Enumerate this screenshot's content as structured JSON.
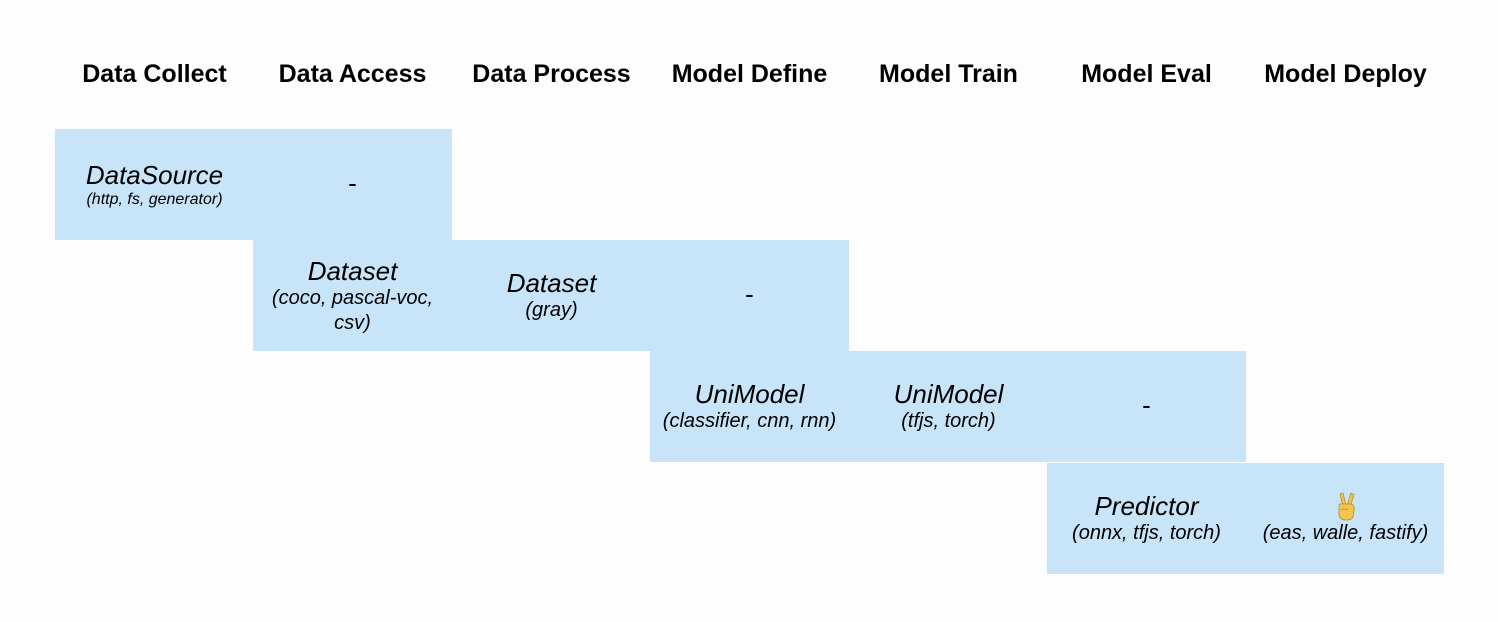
{
  "stages": [
    "Data Collect",
    "Data Access",
    "Data Process",
    "Model Define",
    "Model Train",
    "Model Eval",
    "Model Deploy"
  ],
  "rows": [
    {
      "cells": [
        {
          "name": "DataSource",
          "sub": "(http, fs, generator)"
        },
        {
          "dash": "-"
        }
      ]
    },
    {
      "cells": [
        {
          "name": "Dataset",
          "sub": "(coco, pascal-voc, csv)"
        },
        {
          "name": "Dataset",
          "sub": "(gray)"
        },
        {
          "dash": "-"
        }
      ]
    },
    {
      "cells": [
        {
          "name": "UniModel",
          "sub": "(classifier, cnn, rnn)"
        },
        {
          "name": "UniModel",
          "sub": "(tfjs, torch)"
        },
        {
          "dash": "-"
        }
      ]
    },
    {
      "cells": [
        {
          "name": "Predictor",
          "sub": "(onnx, tfjs, torch)"
        },
        {
          "icon": "victory-hand-icon",
          "sub": "(eas, walle, fastify)"
        }
      ]
    }
  ],
  "colors": {
    "bar": "#c8e4f9",
    "background": "#fdfdfd"
  }
}
